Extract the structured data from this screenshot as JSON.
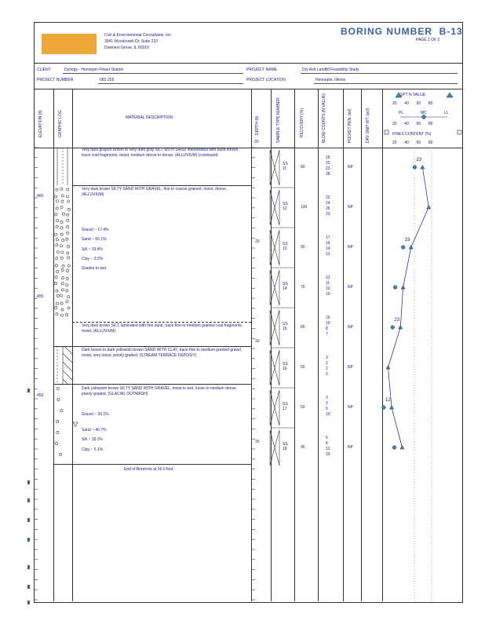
{
  "company": {
    "name": "Civil & Environmental Consultants, Inc.",
    "address1": "3041 Woodcreek Dr. Suite 210",
    "address2": "Downers Grove, IL 60510"
  },
  "title": {
    "label": "BORING NUMBER",
    "number": "B-13",
    "page_label": "PAGE",
    "page": "2",
    "of_label": "OF",
    "pages": "2"
  },
  "header": {
    "client_label": "CLIENT",
    "client": "Dynegy - Hennepin Power Station",
    "project_number_label": "PROJECT NUMBER",
    "project_number": "082-255",
    "project_name_label": "PROJECT NAME",
    "project_name": "Dry Ash Landfill Feasibility Study",
    "project_location_label": "PROJECT LOCATION",
    "project_location": "Hennepin, Illinois"
  },
  "columns": {
    "elevation": "ELEVATION (ft)",
    "graphic_log": "GRAPHIC LOG",
    "material": "MATERIAL DESCRIPTION",
    "depth": "DEPTH (ft)",
    "sample": "SAMPLE TYPE NUMBER",
    "recovery": "RECOVERY (%)",
    "blow": "BLOW COUNTS (N VALUE)",
    "pocket_pen": "POCKET PEN. (tsf)",
    "dry_unit": "DRY UNIT WT. (pcf)",
    "spt_label": "SPT N VALUE",
    "pl_label": "PL",
    "mc_label": "MC",
    "ll_label": "LL",
    "fines_label": "FINES CONTENT (%)",
    "scale": [
      "20",
      "40",
      "60",
      "80"
    ]
  },
  "depth_start": "20",
  "descriptions": [
    "Very dark grayish brown to very dark gray SILT WITH SAND interbedded with sand lenses, trace coal fragments, moist, medium dense to dense, (ALLUVIUM) (continued)",
    "Very dark brown SILTY SAND WITH GRAVEL, fine to coarse grained, moist, dense, (ALLUVIUM)",
    "Gravel ~ 17.4%",
    "Sand ~ 60.1%",
    "Silt ~ 19.4%",
    "Clay ~ 3.2%",
    "Grades to wet.",
    "Very dark brown SILT, laminated with fine sand, trace fine to medium grained coal fragments, moist, (ALLUVIUM)",
    "Dark brown to dark yellowish brown SAND WITH CLAY, trace fine to medium grained gravel, moist, very loose, poorly graded, (STREAM TERRACE DEPOSIT)",
    "Dark yellowish brown SILTY SAND WITH GRAVEL, moist to wet, loose to medium dense, poorly graded, (GLACIAL OUTWASH)",
    "Gravel ~ 30.1%",
    "Sand ~ 46.7%",
    "Silt ~ 18.1%",
    "Clay ~ 5.1%",
    "End of Borehole at 36.0 feet."
  ],
  "elevations": [
    "460",
    "455",
    "450"
  ],
  "depths": [
    "25",
    "30",
    "35"
  ],
  "samples": [
    {
      "type": "SS",
      "num": "11",
      "rec": "80",
      "blows": [
        "15",
        "20",
        "23",
        "28"
      ],
      "pp": "NP"
    },
    {
      "type": "SS",
      "num": "12",
      "rec": "100",
      "blows": [
        "22",
        "24",
        "26",
        "23"
      ],
      "pp": "NP"
    },
    {
      "type": "SS",
      "num": "13",
      "rec": "90",
      "blows": [
        "17",
        "16",
        "14",
        "12"
      ],
      "pp": "NP"
    },
    {
      "type": "SS",
      "num": "14",
      "rec": "70",
      "blows": [
        "12",
        "11",
        "10",
        "10"
      ],
      "pp": "NP"
    },
    {
      "type": "SS",
      "num": "15",
      "rec": "85",
      "blows": [
        "15",
        "10",
        "8",
        "7"
      ],
      "pp": "NP"
    },
    {
      "type": "SS",
      "num": "16",
      "rec": "65",
      "blows": [
        "3",
        "2",
        "2",
        "3"
      ],
      "pp": "NP"
    },
    {
      "type": "SS",
      "num": "17",
      "rec": "50",
      "blows": [
        "3",
        "3",
        "5",
        "10"
      ],
      "pp": "NP"
    },
    {
      "type": "SS",
      "num": "18",
      "rec": "95",
      "blows": [
        "5",
        "8",
        "12",
        "20"
      ],
      "pp": "NP"
    }
  ],
  "chart_labels": [
    "23",
    "19",
    "23",
    "12"
  ],
  "colors": {
    "ink": "#1a1a8c",
    "logo": "#f0a73a",
    "title": "#3a5fb0",
    "marker": "#3a8fa0"
  }
}
